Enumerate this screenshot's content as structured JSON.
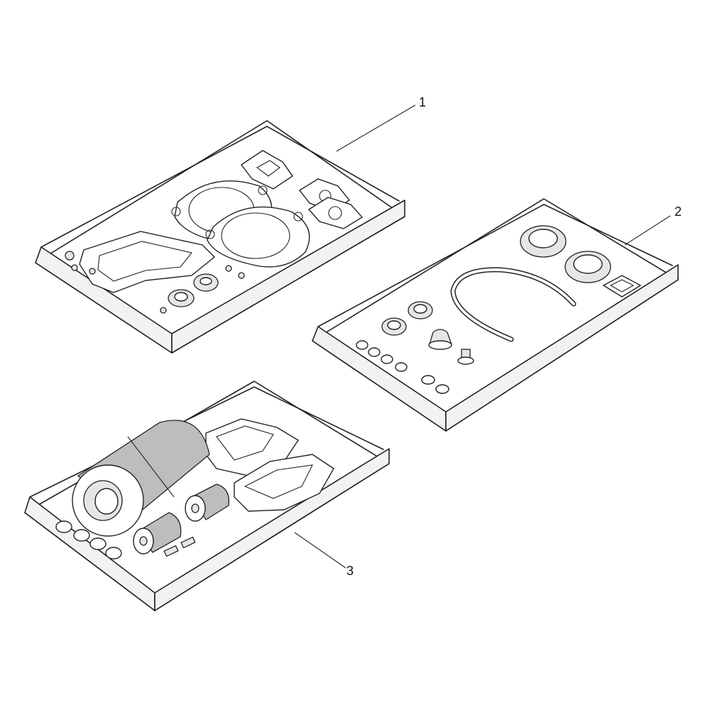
{
  "callouts": [
    {
      "id": "1",
      "label": "1"
    },
    {
      "id": "2",
      "label": "2"
    },
    {
      "id": "3",
      "label": "3"
    }
  ],
  "colors": {
    "line": "#222222",
    "background": "#ffffff",
    "shade": "#e6e6e6"
  }
}
